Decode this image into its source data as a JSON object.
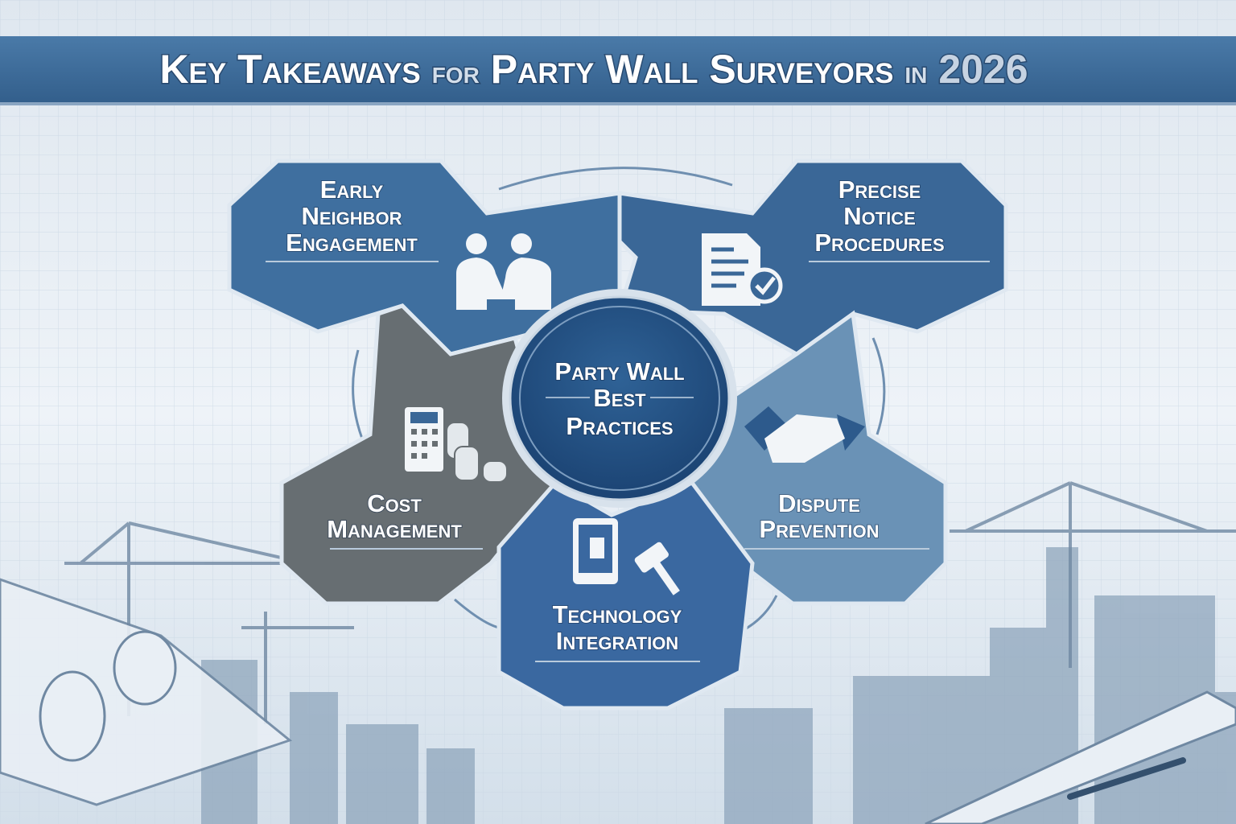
{
  "title": {
    "part1": "Key Takeaways",
    "part2": "for",
    "part3": "Party Wall Surveyors",
    "part4": "in",
    "part5": "2026"
  },
  "center": {
    "line1": "Party Wall",
    "line2": "Best",
    "line3": "Practices"
  },
  "panels": [
    {
      "lines": [
        "Early",
        "Neighbor",
        "Engagement"
      ],
      "icon": "handshake-people-icon",
      "color": "#3f6f9f"
    },
    {
      "lines": [
        "Precise",
        "Notice",
        "Procedures"
      ],
      "icon": "document-check-icon",
      "color": "#3a6797"
    },
    {
      "lines": [
        "Cost",
        "Management"
      ],
      "icon": "calculator-coins-icon",
      "color": "#676e72"
    },
    {
      "lines": [
        "Dispute",
        "Prevention"
      ],
      "icon": "handshake-icon",
      "color": "#6a92b6"
    },
    {
      "lines": [
        "Technology",
        "Integration"
      ],
      "icon": "tablet-gavel-icon",
      "color": "#3a68a0"
    }
  ],
  "colors": {
    "banner": "#3e6e9c",
    "center": "#23507f",
    "background": "#e8eef4"
  }
}
